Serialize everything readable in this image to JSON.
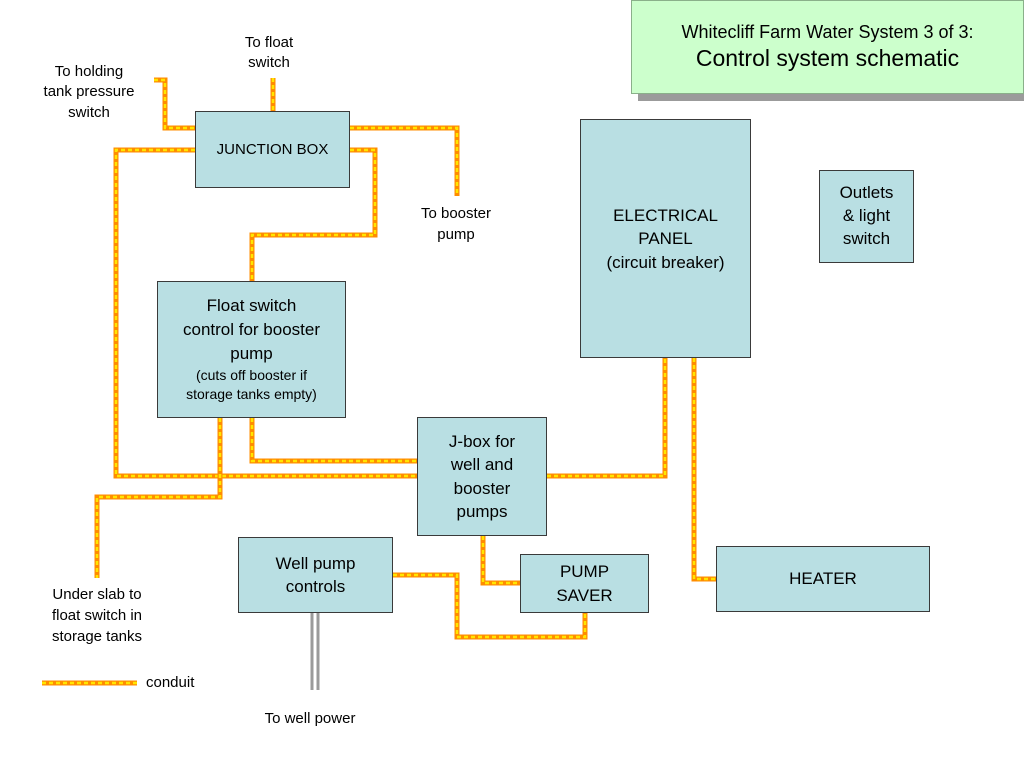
{
  "title": {
    "line1": "Whitecliff Farm Water System 3 of 3:",
    "line2": "Control system schematic"
  },
  "boxes": {
    "junction_box": "JUNCTION BOX",
    "float_switch_control": {
      "line1": "Float switch",
      "line2": "control for booster",
      "line3": "pump",
      "line4": "(cuts off booster if",
      "line5": "storage tanks empty)"
    },
    "electrical_panel": {
      "line1": "ELECTRICAL",
      "line2": "PANEL",
      "line3": "(circuit breaker)"
    },
    "outlets": {
      "line1": "Outlets",
      "line2": "& light",
      "line3": "switch"
    },
    "jbox_well": {
      "line1": "J-box for",
      "line2": "well and",
      "line3": "booster",
      "line4": "pumps"
    },
    "well_pump_controls": {
      "line1": "Well pump",
      "line2": "controls"
    },
    "pump_saver": {
      "line1": "PUMP",
      "line2": "SAVER"
    },
    "heater": "HEATER"
  },
  "labels": {
    "to_float_switch": {
      "line1": "To float",
      "line2": "switch"
    },
    "to_holding_tank": {
      "line1": "To holding",
      "line2": "tank pressure",
      "line3": "switch"
    },
    "to_booster_pump": {
      "line1": "To booster",
      "line2": "pump"
    },
    "under_slab": {
      "line1": "Under slab to",
      "line2": "float switch in",
      "line3": "storage tanks"
    },
    "to_well_power": "To well power"
  },
  "legend": {
    "conduit": "conduit"
  },
  "colors": {
    "conduit_outer": "#ff8c00",
    "conduit_inner": "#ffe600",
    "box_fill": "#b9dfe3",
    "title_fill": "#ccffcc",
    "power_line": "#9a9a9a"
  }
}
